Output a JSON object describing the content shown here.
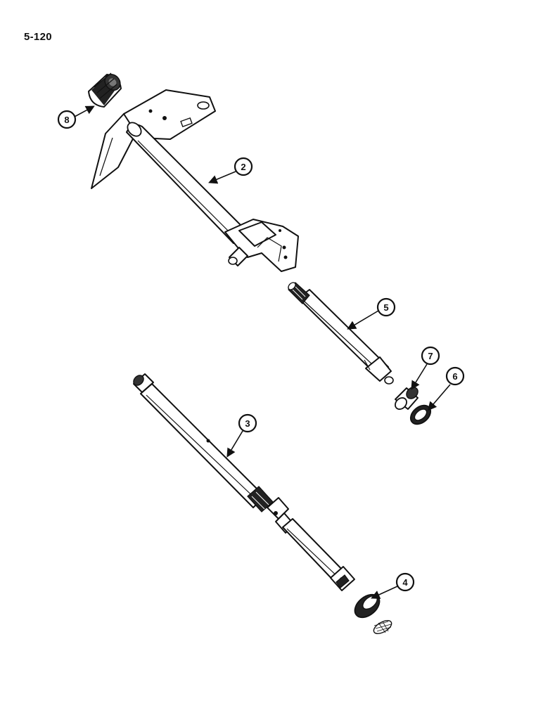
{
  "page": {
    "number": "5-120"
  },
  "callouts": [
    {
      "id": "8",
      "label": "8"
    },
    {
      "id": "2",
      "label": "2"
    },
    {
      "id": "5",
      "label": "5"
    },
    {
      "id": "7",
      "label": "7"
    },
    {
      "id": "6",
      "label": "6"
    },
    {
      "id": "3",
      "label": "3"
    },
    {
      "id": "4",
      "label": "4"
    }
  ]
}
